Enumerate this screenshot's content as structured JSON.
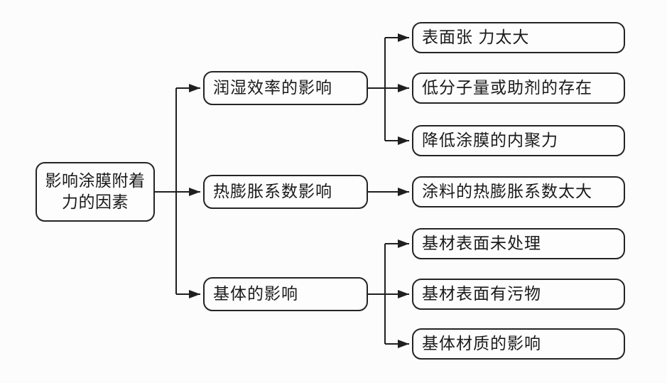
{
  "page": {
    "background_color": "#fcfcfc",
    "line_color": "#1f1f1f",
    "box_border_color": "#242424"
  },
  "diagram": {
    "root": {
      "label": "影响涂膜附着\n力的因素"
    },
    "branches": [
      {
        "label": "润湿效率的影响",
        "children": [
          {
            "label": "表面张 力太大"
          },
          {
            "label": "低分子量或助剂的存在"
          },
          {
            "label": "降低涂膜的内聚力"
          }
        ]
      },
      {
        "label": "热膨胀系数影响",
        "children": [
          {
            "label": "涂料的热膨胀系数太大"
          }
        ]
      },
      {
        "label": "基体的影响",
        "children": [
          {
            "label": "基材表面未处理"
          },
          {
            "label": "基材表面有污物"
          },
          {
            "label": "基体材质的影响"
          }
        ]
      }
    ]
  }
}
